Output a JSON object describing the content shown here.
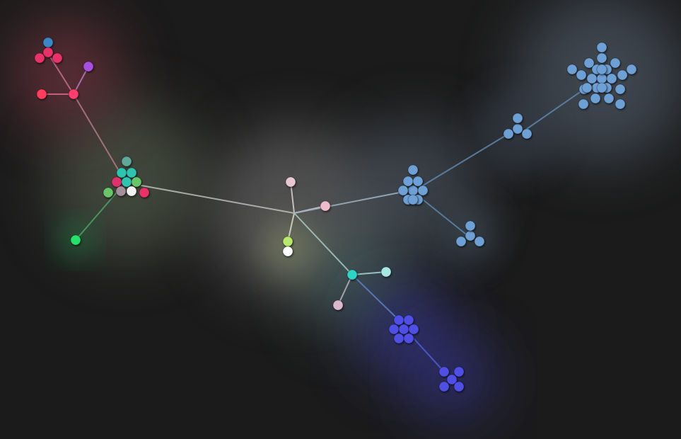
{
  "background_color": "#1b1b1b",
  "edge_color": "#c9c9c9",
  "nodes": [
    {
      "id": "hub",
      "color": "#cfcfcf",
      "size": "hidden"
    },
    {
      "id": "h-pink",
      "color": "#e8c6d4"
    },
    {
      "id": "h-pink2",
      "color": "#efbccd"
    },
    {
      "id": "h-lime",
      "color": "#b9e86a"
    },
    {
      "id": "h-white",
      "color": "#ffffff"
    },
    {
      "id": "c-junction",
      "color": "#2ed4c6"
    },
    {
      "id": "c-ltcyan",
      "color": "#a7e6e2"
    },
    {
      "id": "c-mauve",
      "color": "#d9b9cc"
    },
    {
      "id": "b1-1",
      "color": "#4f4fe6"
    },
    {
      "id": "b1-2",
      "color": "#4f4fe6"
    },
    {
      "id": "b1-3",
      "color": "#4f4fe6"
    },
    {
      "id": "b1-4",
      "color": "#4f4fe6"
    },
    {
      "id": "b1-5",
      "color": "#4f4fe6"
    },
    {
      "id": "b1-6",
      "color": "#4f4fe6"
    },
    {
      "id": "b1-7",
      "color": "#4f4fe6"
    },
    {
      "id": "b2-1",
      "color": "#4f4fe6"
    },
    {
      "id": "b2-2",
      "color": "#4f4fe6"
    },
    {
      "id": "b2-3",
      "color": "#4f4fe6"
    },
    {
      "id": "b2-4",
      "color": "#4f4fe6"
    },
    {
      "id": "b2-5",
      "color": "#4f4fe6"
    },
    {
      "id": "m-1",
      "color": "#6ea0d6"
    },
    {
      "id": "m-2",
      "color": "#6ea0d6"
    },
    {
      "id": "m-3",
      "color": "#6ea0d6"
    },
    {
      "id": "m-4",
      "color": "#6ea0d6"
    },
    {
      "id": "m-5",
      "color": "#6ea0d6"
    },
    {
      "id": "m-6",
      "color": "#6ea0d6"
    },
    {
      "id": "m-7",
      "color": "#6ea0d6"
    },
    {
      "id": "m-8",
      "color": "#6ea0d6"
    },
    {
      "id": "m-9",
      "color": "#6ea0d6"
    },
    {
      "id": "t-1",
      "color": "#6ea0d6"
    },
    {
      "id": "t-2",
      "color": "#6ea0d6"
    },
    {
      "id": "t-3",
      "color": "#6ea0d6"
    },
    {
      "id": "t-4",
      "color": "#6ea0d6"
    },
    {
      "id": "s-1",
      "color": "#6ea0d6"
    },
    {
      "id": "s-2",
      "color": "#6ea0d6"
    },
    {
      "id": "s-3",
      "color": "#6ea0d6"
    },
    {
      "id": "s-4",
      "color": "#6ea0d6"
    },
    {
      "id": "L-1",
      "color": "#6ea0d6"
    },
    {
      "id": "L-2",
      "color": "#6ea0d6"
    },
    {
      "id": "L-3",
      "color": "#6ea0d6"
    },
    {
      "id": "L-4",
      "color": "#6ea0d6"
    },
    {
      "id": "L-5",
      "color": "#6ea0d6"
    },
    {
      "id": "L-6",
      "color": "#6ea0d6"
    },
    {
      "id": "L-7",
      "color": "#6ea0d6"
    },
    {
      "id": "L-8",
      "color": "#6ea0d6"
    },
    {
      "id": "L-9",
      "color": "#6ea0d6"
    },
    {
      "id": "L-10",
      "color": "#6ea0d6"
    },
    {
      "id": "L-11",
      "color": "#6ea0d6"
    },
    {
      "id": "L-12",
      "color": "#6ea0d6"
    },
    {
      "id": "L-13",
      "color": "#6ea0d6"
    },
    {
      "id": "L-14",
      "color": "#6ea0d6"
    },
    {
      "id": "L-15",
      "color": "#6ea0d6"
    },
    {
      "id": "L-16",
      "color": "#6ea0d6"
    },
    {
      "id": "L-17",
      "color": "#6ea0d6"
    },
    {
      "id": "L-18",
      "color": "#6ea0d6"
    },
    {
      "id": "L-19",
      "color": "#6ea0d6"
    },
    {
      "id": "L-20",
      "color": "#6ea0d6"
    },
    {
      "id": "L-21",
      "color": "#6ea0d6"
    },
    {
      "id": "L-22",
      "color": "#6ea0d6"
    },
    {
      "id": "L-23",
      "color": "#6ea0d6"
    },
    {
      "id": "L-24",
      "color": "#6ea0d6"
    },
    {
      "id": "g-top",
      "color": "#5fa89a"
    },
    {
      "id": "g-1",
      "color": "#2ec4b0"
    },
    {
      "id": "g-2",
      "color": "#2ec4b0"
    },
    {
      "id": "g-3",
      "color": "#e0316a"
    },
    {
      "id": "g-4",
      "color": "#2ec4b0"
    },
    {
      "id": "g-5",
      "color": "#6cc46a"
    },
    {
      "id": "g-6",
      "color": "#6cc46a"
    },
    {
      "id": "g-7",
      "color": "#a3909c"
    },
    {
      "id": "g-8",
      "color": "#f2f2f2"
    },
    {
      "id": "g-9",
      "color": "#e8306a"
    },
    {
      "id": "green",
      "color": "#25e06a"
    },
    {
      "id": "r-junction",
      "color": "#ff3d6e"
    },
    {
      "id": "r-left",
      "color": "#ff3d5e"
    },
    {
      "id": "r-purple",
      "color": "#a94fe0"
    },
    {
      "id": "r-blue",
      "color": "#3d86c4"
    },
    {
      "id": "r-1",
      "color": "#e8306a"
    },
    {
      "id": "r-2",
      "color": "#e8306a"
    },
    {
      "id": "r-3",
      "color": "#e8306a"
    }
  ],
  "edges": [
    [
      "hub",
      "h-pink"
    ],
    [
      "hub",
      "h-pink2"
    ],
    [
      "hub",
      "h-lime"
    ],
    [
      "hub",
      "g-top"
    ],
    [
      "hub",
      "c-junction"
    ],
    [
      "hub",
      "m-1"
    ],
    [
      "c-junction",
      "c-ltcyan"
    ],
    [
      "c-junction",
      "c-mauve"
    ],
    [
      "c-junction",
      "b1-4"
    ],
    [
      "b1-4",
      "b2-3"
    ],
    [
      "m-1",
      "t-1"
    ],
    [
      "m-1",
      "s-1"
    ],
    [
      "s-1",
      "L-1"
    ],
    [
      "g-top",
      "r-junction"
    ],
    [
      "g-top",
      "green"
    ],
    [
      "r-junction",
      "r-left"
    ],
    [
      "r-junction",
      "r-purple"
    ],
    [
      "r-junction",
      "r-blue"
    ]
  ]
}
